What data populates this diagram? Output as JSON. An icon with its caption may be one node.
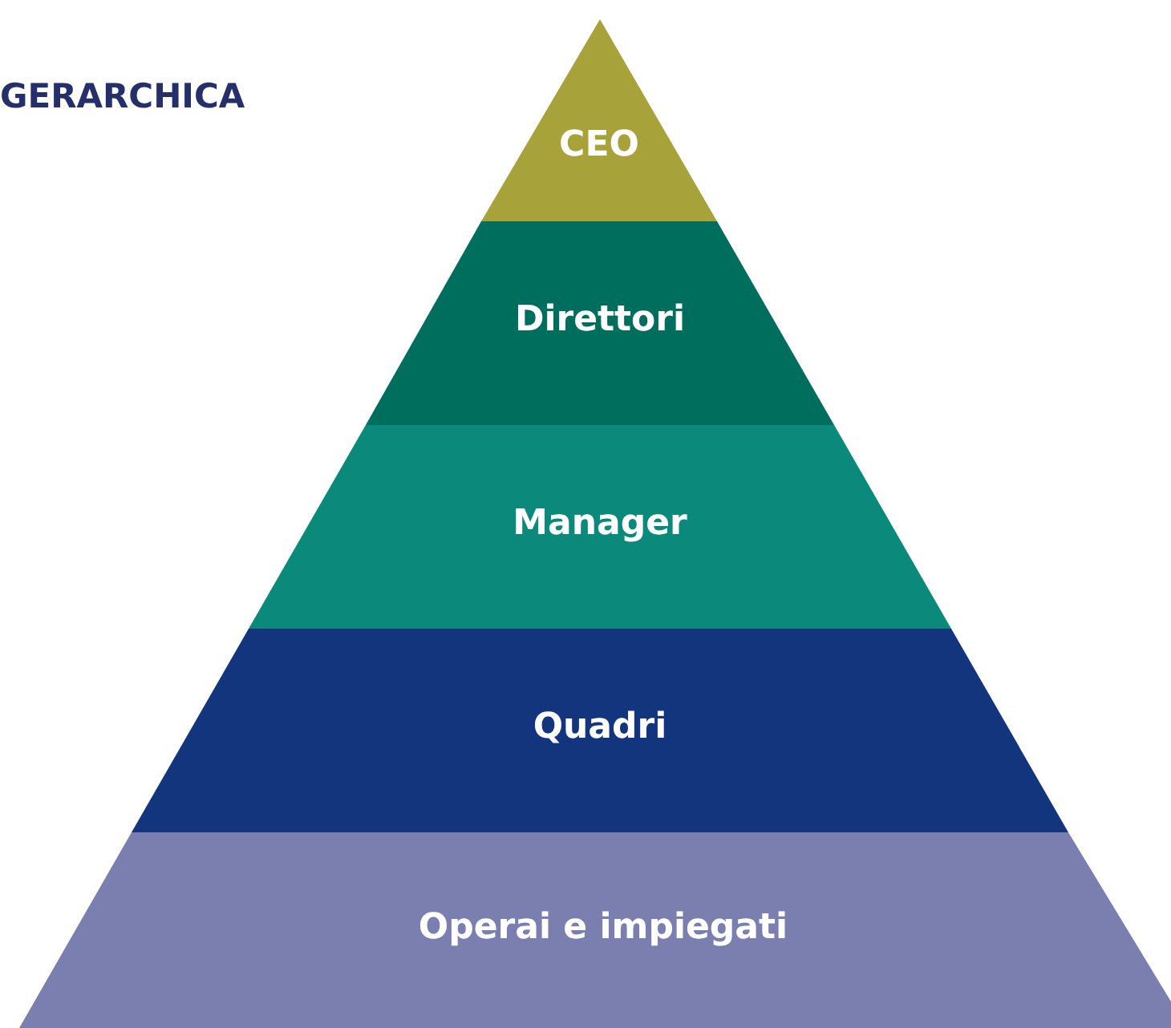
{
  "diagram": {
    "title": "GERARCHICA",
    "nodes": [
      {
        "text": [
          "CEO"
        ]
      },
      {
        "text": [
          "Direttori"
        ]
      },
      {
        "text": [
          "Manager"
        ]
      },
      {
        "text": [
          "Quadri"
        ]
      },
      {
        "text": [
          "Operai e impiegati"
        ]
      }
    ]
  }
}
